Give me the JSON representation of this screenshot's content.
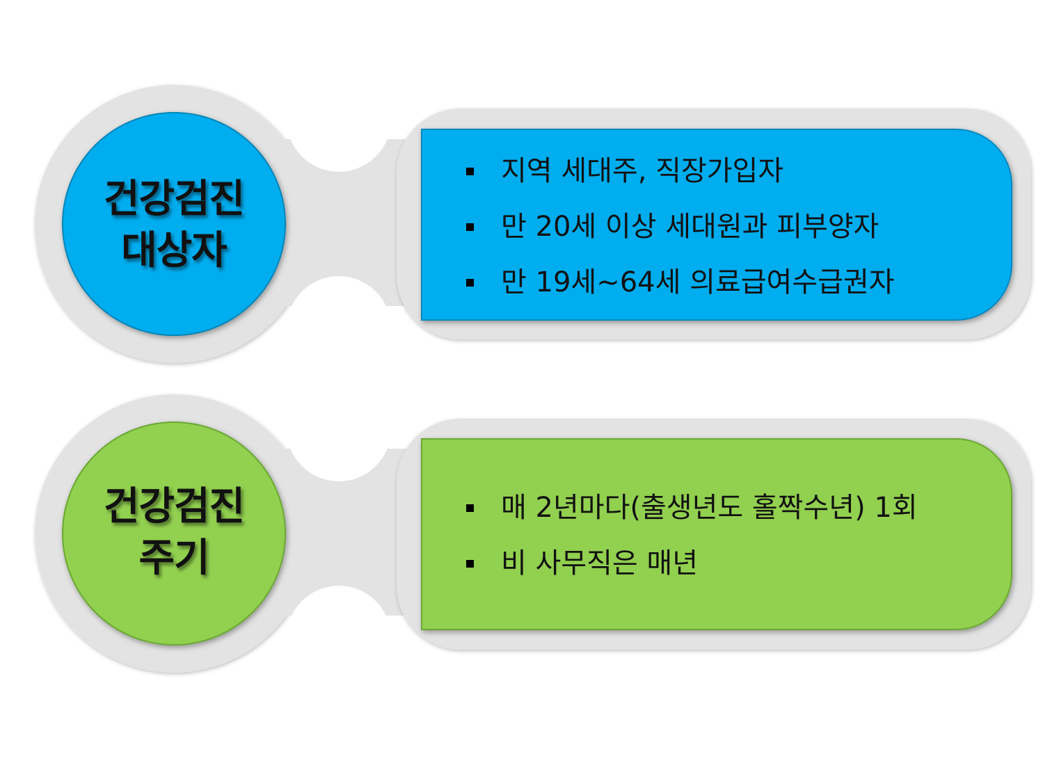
{
  "colors": {
    "blue": "#00adef",
    "green": "#92d050",
    "frame": "#e3e3e3"
  },
  "blocks": [
    {
      "heading_lines": [
        "건강검진",
        "대상자"
      ],
      "items": [
        "지역 세대주,  직장가입자",
        "만 20세 이상 세대원과 피부양자",
        "만 19세~64세 의료급여수급권자"
      ]
    },
    {
      "heading_lines": [
        "건강검진",
        "주기"
      ],
      "items": [
        "매 2년마다(출생년도 홀짝수년) 1회",
        "비 사무직은 매년"
      ]
    }
  ]
}
